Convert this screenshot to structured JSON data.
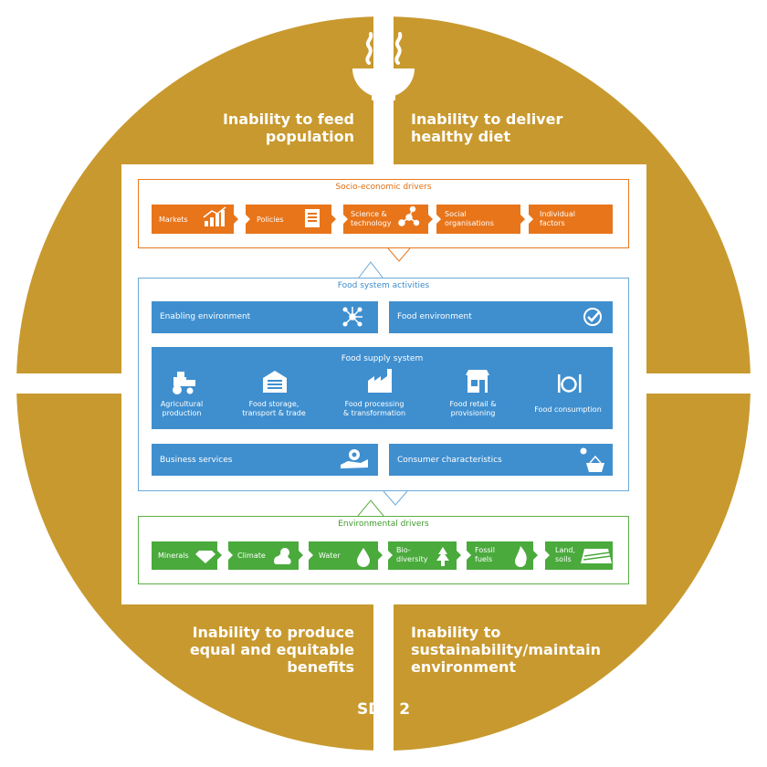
{
  "top_icon": "steaming-bowl-icon",
  "quadrants": {
    "top_left": [
      "Inability to feed",
      "population"
    ],
    "top_right": [
      "Inability to deliver",
      "healthy diet"
    ],
    "bottom_left": [
      "Inability to produce",
      "equal and equitable",
      "benefits"
    ],
    "bottom_right": [
      "Inability to",
      "sustainability/maintain",
      "environment"
    ]
  },
  "center_label": "SDG 2",
  "socio_economic": {
    "title": "Socio-economic drivers",
    "items": [
      {
        "lines": [
          "Markets"
        ],
        "icon": "bar-chart-icon"
      },
      {
        "lines": [
          "Policies"
        ],
        "icon": "document-icon"
      },
      {
        "lines": [
          "Science &",
          "technology"
        ],
        "icon": "network-icon"
      },
      {
        "lines": [
          "Social",
          "organisations"
        ],
        "icon": ""
      },
      {
        "lines": [
          "Individual",
          "factors"
        ],
        "icon": ""
      }
    ]
  },
  "food_system": {
    "title": "Food system activities",
    "enabling": {
      "label": "Enabling environment",
      "icon": "network-star-icon"
    },
    "food_env": {
      "label": "Food environment",
      "icon": "check-circle-icon"
    },
    "supply": {
      "title": "Food supply system",
      "items": [
        {
          "lines": [
            "Agricultural",
            "production"
          ],
          "icon": "tractor-icon"
        },
        {
          "lines": [
            "Food storage,",
            "transport & trade"
          ],
          "icon": "warehouse-icon"
        },
        {
          "lines": [
            "Food processing",
            "& transformation"
          ],
          "icon": "factory-icon"
        },
        {
          "lines": [
            "Food retail &",
            "provisioning"
          ],
          "icon": "shop-icon"
        },
        {
          "lines": [
            "Food consumption"
          ],
          "icon": "plate-cutlery-icon"
        }
      ]
    },
    "business": {
      "label": "Business services",
      "icon": "hand-gear-icon"
    },
    "consumer": {
      "label": "Consumer characteristics",
      "icon": "basket-icon"
    }
  },
  "environmental": {
    "title": "Environmental drivers",
    "items": [
      {
        "lines": [
          "Minerals"
        ],
        "icon": "gem-icon"
      },
      {
        "lines": [
          "Climate"
        ],
        "icon": "cloud-sun-icon"
      },
      {
        "lines": [
          "Water"
        ],
        "icon": "droplet-icon"
      },
      {
        "lines": [
          "Bio-",
          "diversity"
        ],
        "icon": "tree-icon"
      },
      {
        "lines": [
          "Fossil",
          "fuels"
        ],
        "icon": "flame-icon"
      },
      {
        "lines": [
          "Land,",
          "soils"
        ],
        "icon": "field-icon"
      }
    ]
  },
  "colors": {
    "gold": "#c8992e",
    "orange": "#e8751a",
    "blue": "#3f8fcf",
    "green": "#4aaa3c"
  }
}
